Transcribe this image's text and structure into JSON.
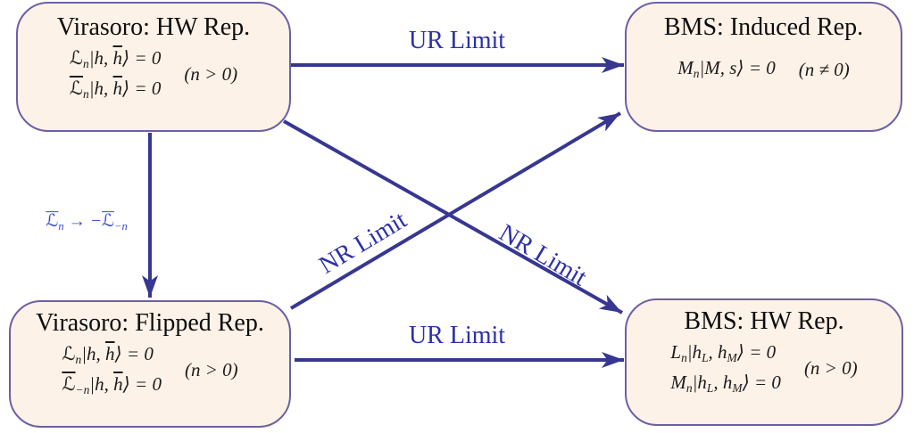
{
  "diagram": {
    "nodes": {
      "virasoro_hw": {
        "title": "Virasoro: HW Rep.",
        "eq1": [
          {
            "t": "ℒ"
          },
          {
            "t": "n",
            "sub": true
          },
          {
            "t": "|h, "
          },
          {
            "t": "h",
            "bar": true
          },
          {
            "t": "⟩ = 0"
          }
        ],
        "eq2": [
          {
            "t": "ℒ",
            "bar": true
          },
          {
            "t": "n",
            "sub": true
          },
          {
            "t": "|h, "
          },
          {
            "t": "h",
            "bar": true
          },
          {
            "t": "⟩ = 0"
          }
        ],
        "condition": "(n > 0)"
      },
      "bms_induced": {
        "title": "BMS: Induced Rep.",
        "eq1": [
          {
            "t": "M"
          },
          {
            "t": "n",
            "sub": true
          },
          {
            "t": "|M, s⟩ = 0"
          }
        ],
        "condition": "(n ≠ 0)"
      },
      "virasoro_flipped": {
        "title": "Virasoro: Flipped Rep.",
        "eq1": [
          {
            "t": "ℒ"
          },
          {
            "t": "n",
            "sub": true
          },
          {
            "t": "|h, "
          },
          {
            "t": "h",
            "bar": true
          },
          {
            "t": "⟩ = 0"
          }
        ],
        "eq2": [
          {
            "t": "ℒ",
            "bar": true
          },
          {
            "t": "−n",
            "sub": true
          },
          {
            "t": "|h, "
          },
          {
            "t": "h",
            "bar": true
          },
          {
            "t": "⟩ = 0"
          }
        ],
        "condition": "(n > 0)"
      },
      "bms_hw": {
        "title": "BMS: HW Rep.",
        "eq1": [
          {
            "t": "L"
          },
          {
            "t": "n",
            "sub": true
          },
          {
            "t": "|h"
          },
          {
            "t": "L",
            "sub": true
          },
          {
            "t": ", h"
          },
          {
            "t": "M",
            "sub": true
          },
          {
            "t": "⟩ = 0"
          }
        ],
        "eq2": [
          {
            "t": "M"
          },
          {
            "t": "n",
            "sub": true
          },
          {
            "t": "|h"
          },
          {
            "t": "L",
            "sub": true
          },
          {
            "t": ", h"
          },
          {
            "t": "M",
            "sub": true
          },
          {
            "t": "⟩ = 0"
          }
        ],
        "condition": "(n > 0)"
      }
    },
    "edges": {
      "ur_top": {
        "label": "UR Limit"
      },
      "ur_bottom": {
        "label": "UR Limit"
      },
      "nr_up": {
        "label": "NR Limit"
      },
      "nr_down": {
        "label": "NR Limit"
      },
      "flip_map": {
        "label": [
          {
            "t": "ℒ",
            "bar": true
          },
          {
            "t": "n",
            "sub": true
          },
          {
            "t": " → −"
          },
          {
            "t": "ℒ",
            "bar": true
          },
          {
            "t": "−n",
            "sub": true
          }
        ]
      }
    },
    "colors": {
      "node_fill": "#fdf2e8",
      "node_border": "#6c60a4",
      "arrow": "#373792",
      "edge_label_text": "#2d30a8",
      "map_label_text": "#3c4cd9",
      "equation_text": "#1b1b1b",
      "background": "#ffffff"
    }
  }
}
